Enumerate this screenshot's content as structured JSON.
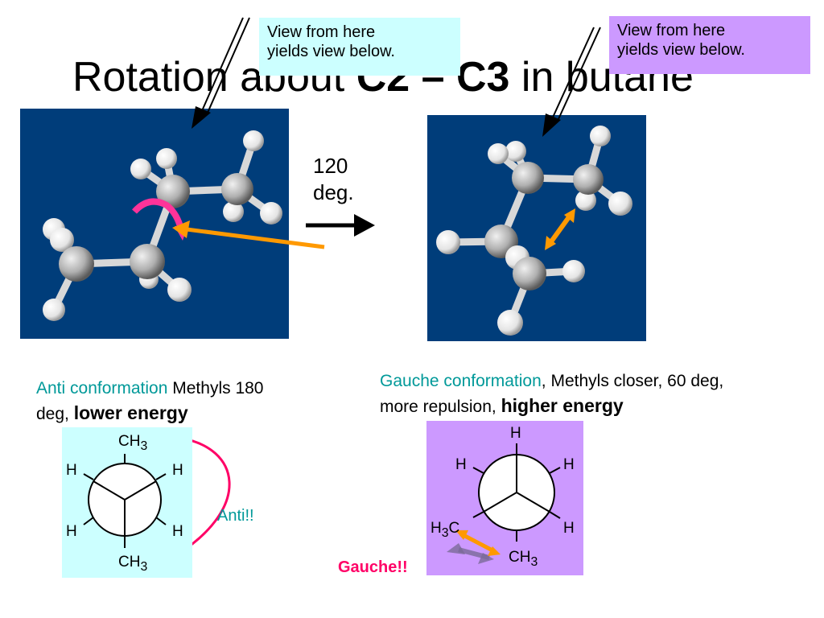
{
  "title": {
    "prefix": "Rotation about ",
    "bold": "C2 – C3",
    "suffix": " in butane"
  },
  "callout_left": {
    "line1": "View from here",
    "line2": "yields view below."
  },
  "callout_right": {
    "line1": "View from here",
    "line2": "yields view below."
  },
  "rotation": {
    "line1": "120",
    "line2": "deg."
  },
  "anti_caption": {
    "colored": "Anti conformation",
    "plain": " Methyls 180 deg, ",
    "bold": "lower energy"
  },
  "gauche_caption": {
    "colored": "Gauche conformation",
    "plain": ", Methyls closer, 60 deg, more repulsion, ",
    "bold": "higher energy"
  },
  "newman_anti": {
    "top": "CH",
    "top_sub": "3",
    "upper_left": "H",
    "upper_right": "H",
    "lower_left": "H",
    "lower_right": "H",
    "bottom": "CH",
    "bottom_sub": "3"
  },
  "newman_gauche": {
    "top": "H",
    "upper_left": "H",
    "upper_right": "H",
    "lower_left_pre": "H",
    "lower_left_sub": "3",
    "lower_left_post": "C",
    "lower_right": "H",
    "bottom": "CH",
    "bottom_sub": "3"
  },
  "anti_label": "Anti!!",
  "gauche_label": "Gauche!!",
  "colors": {
    "teal": "#009999",
    "lightCyan": "#ccffff",
    "lavender": "#cc99ff",
    "navy": "#003d7a",
    "orange": "#ff9900",
    "magenta": "#ff0066"
  }
}
